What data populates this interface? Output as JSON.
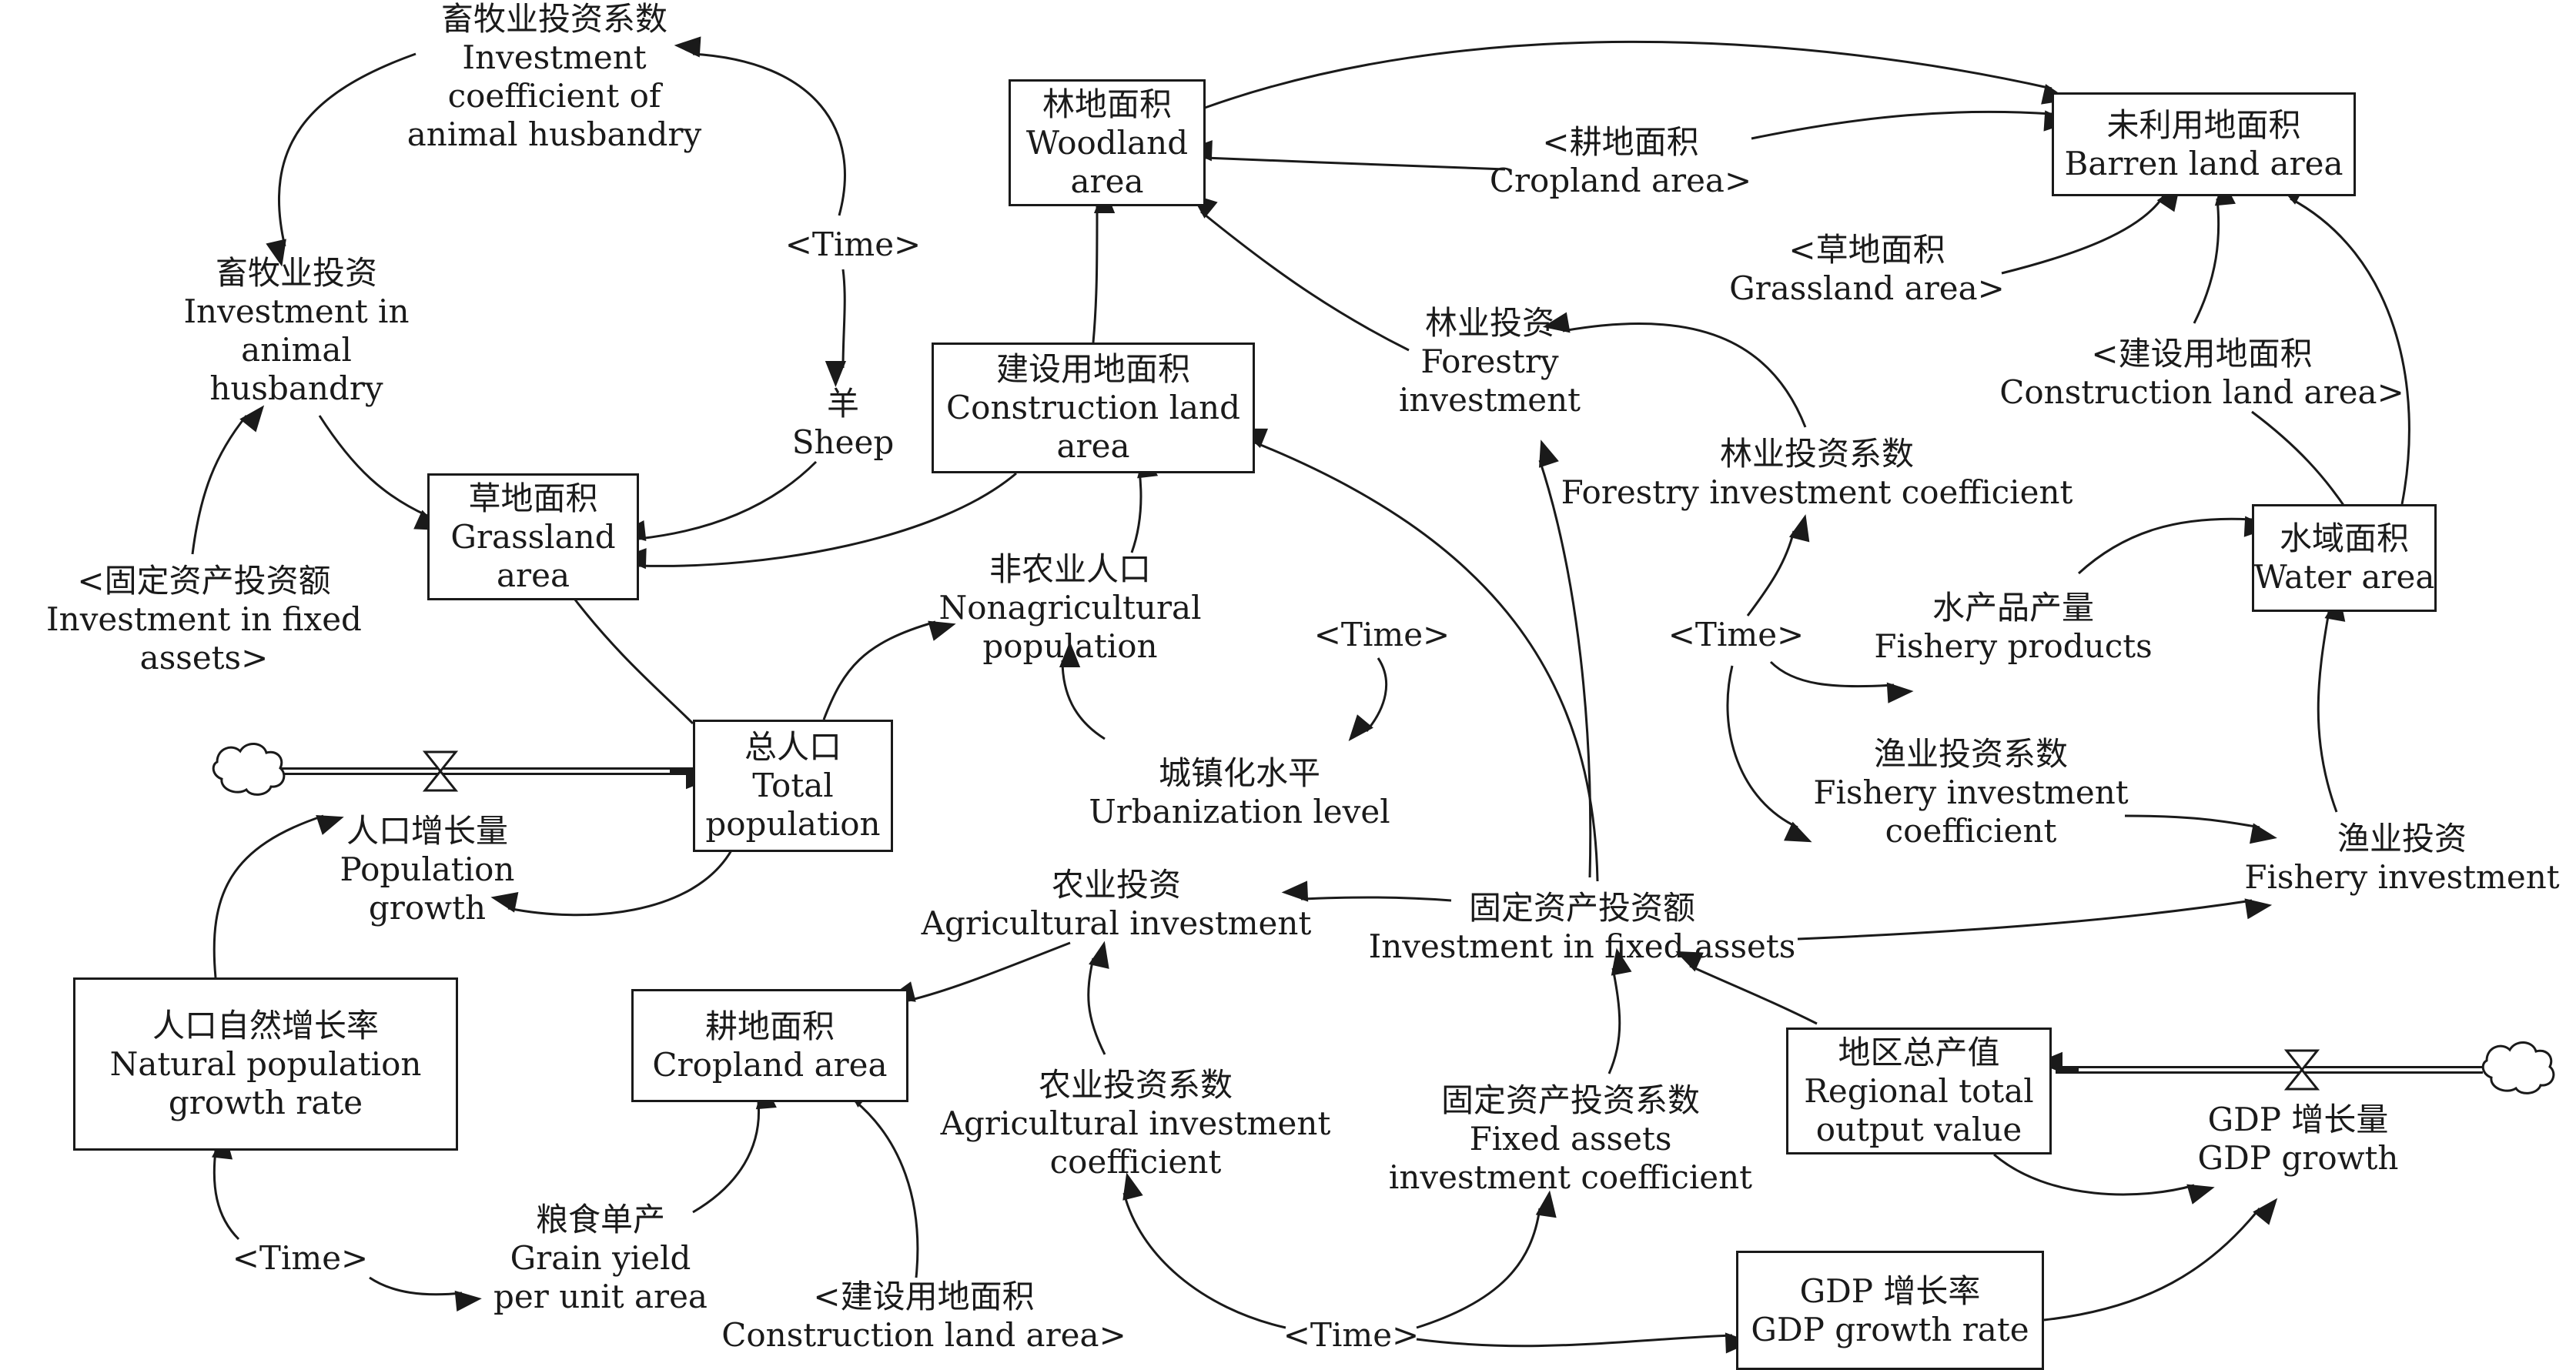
{
  "stocks": {
    "woodland": {
      "zh": "林地面积",
      "en": [
        "Woodland",
        "area"
      ]
    },
    "barren": {
      "zh": "未利用地面积",
      "en": [
        "Barren land area"
      ]
    },
    "construction": {
      "zh": "建设用地面积",
      "en": [
        "Construction land",
        "area"
      ]
    },
    "grassland": {
      "zh": "草地面积",
      "en": [
        "Grassland",
        "area"
      ]
    },
    "total_population": {
      "zh": "总人口",
      "en": [
        "Total",
        "population"
      ]
    },
    "water": {
      "zh": "水域面积",
      "en": [
        "Water area"
      ]
    },
    "natural_growth_rate": {
      "zh": "人口自然增长率",
      "en": [
        "Natural population",
        "growth rate"
      ]
    },
    "cropland": {
      "zh": "耕地面积",
      "en": [
        "Cropland area"
      ]
    },
    "regional_output": {
      "zh": "地区总产值",
      "en": [
        "Regional total",
        "output value"
      ]
    },
    "gdp_growth_rate": {
      "zh": "GDP 增长率",
      "en": [
        "GDP growth rate"
      ]
    }
  },
  "variables": {
    "ah_coeff": {
      "zh": "畜牧业投资系数",
      "en": [
        "Investment",
        "coefficient of",
        "animal husbandry"
      ]
    },
    "ah_invest": {
      "zh": "畜牧业投资",
      "en": [
        "Investment in",
        "animal",
        "husbandry"
      ]
    },
    "time_sheep": {
      "zh": "",
      "en": [
        "<Time>"
      ]
    },
    "sheep": {
      "zh": "羊",
      "en": [
        "Sheep"
      ]
    },
    "fixed_assets_shadow": {
      "zh": "<固定资产投资额",
      "en": [
        "Investment in fixed",
        "assets>"
      ]
    },
    "cropland_shadow": {
      "zh": "<耕地面积",
      "en": [
        "Cropland area>"
      ]
    },
    "grassland_shadow": {
      "zh": "<草地面积",
      "en": [
        "Grassland area>"
      ]
    },
    "forestry_invest": {
      "zh": "林业投资",
      "en": [
        "Forestry",
        "investment"
      ]
    },
    "construction_shadow_top": {
      "zh": "<建设用地面积",
      "en": [
        "Construction land area>"
      ]
    },
    "forestry_coeff": {
      "zh": "林业投资系数",
      "en": [
        "Forestry investment coefficient"
      ]
    },
    "nonag_pop": {
      "zh": "非农业人口",
      "en": [
        "Nonagricultural",
        "population"
      ]
    },
    "time_urban": {
      "zh": "",
      "en": [
        "<Time>"
      ]
    },
    "fishery_products": {
      "zh": "水产品产量",
      "en": [
        "Fishery products"
      ]
    },
    "time_right": {
      "zh": "",
      "en": [
        "<Time>"
      ]
    },
    "urbanization": {
      "zh": "城镇化水平",
      "en": [
        "Urbanization level"
      ]
    },
    "fishery_coeff": {
      "zh": "渔业投资系数",
      "en": [
        "Fishery investment",
        "coefficient"
      ]
    },
    "fishery_invest": {
      "zh": "渔业投资",
      "en": [
        "Fishery investment"
      ]
    },
    "pop_growth": {
      "zh": "人口增长量",
      "en": [
        "Population",
        "growth"
      ]
    },
    "ag_invest": {
      "zh": "农业投资",
      "en": [
        "Agricultural investment"
      ]
    },
    "fixed_assets": {
      "zh": "固定资产投资额",
      "en": [
        "Investment in fixed assets"
      ]
    },
    "ag_coeff": {
      "zh": "农业投资系数",
      "en": [
        "Agricultural investment",
        "coefficient"
      ]
    },
    "fa_coeff": {
      "zh": "固定资产投资系数",
      "en": [
        "Fixed assets",
        "investment coefficient"
      ]
    },
    "gdp_growth": {
      "zh": "GDP 增长量",
      "en": [
        "GDP growth"
      ]
    },
    "time_grain": {
      "zh": "",
      "en": [
        "<Time>"
      ]
    },
    "grain_yield": {
      "zh": "粮食单产",
      "en": [
        "Grain yield",
        "per unit area"
      ]
    },
    "construction_shadow_bottom": {
      "zh": "<建设用地面积",
      "en": [
        "Construction land area>"
      ]
    },
    "time_bottom": {
      "zh": "",
      "en": [
        "<Time>"
      ]
    }
  }
}
